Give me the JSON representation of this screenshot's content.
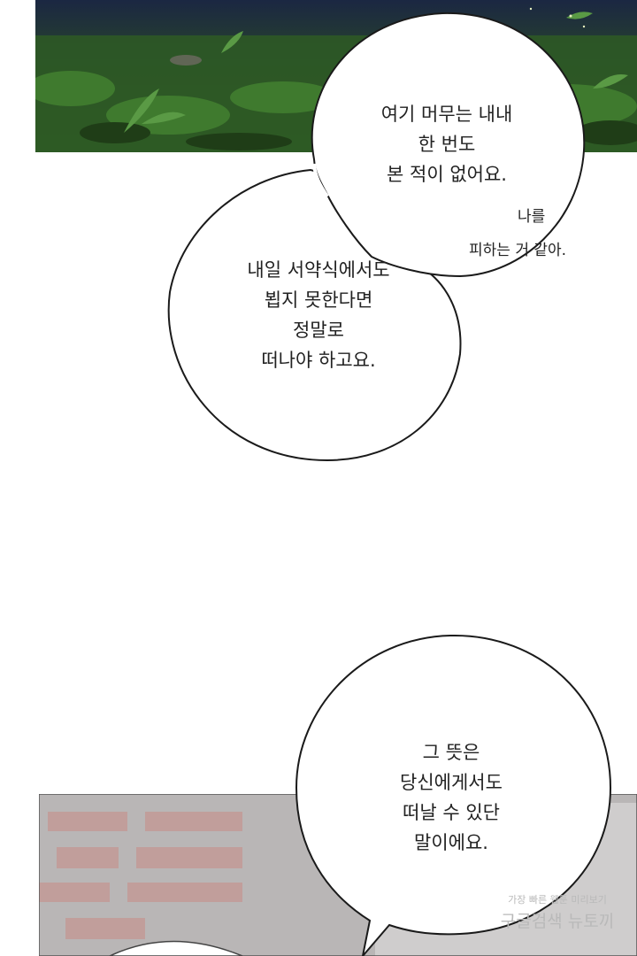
{
  "bubbles": {
    "top_right": {
      "lines": [
        "여기 머무는 내내",
        "한 번도",
        "본 적이 없어요."
      ]
    },
    "top_left": {
      "lines": [
        "내일 서약식에서도",
        "뵙지 못한다면",
        "정말로",
        "떠나야 하고요."
      ]
    },
    "aside": {
      "line1": "나를",
      "line2": "피하는 거 같아."
    },
    "bottom": {
      "lines": [
        "그 뜻은",
        "당신에게서도",
        "떠날 수 있단",
        "말이에요."
      ]
    }
  },
  "watermark": {
    "line1": "가장 빠른 웹툰 미리보기",
    "line2": "구글검색 뉴토끼"
  },
  "colors": {
    "night_grass": "#2f5a24",
    "night_sky": "#1c2a45",
    "brick_wall": "#b7b4b4"
  }
}
